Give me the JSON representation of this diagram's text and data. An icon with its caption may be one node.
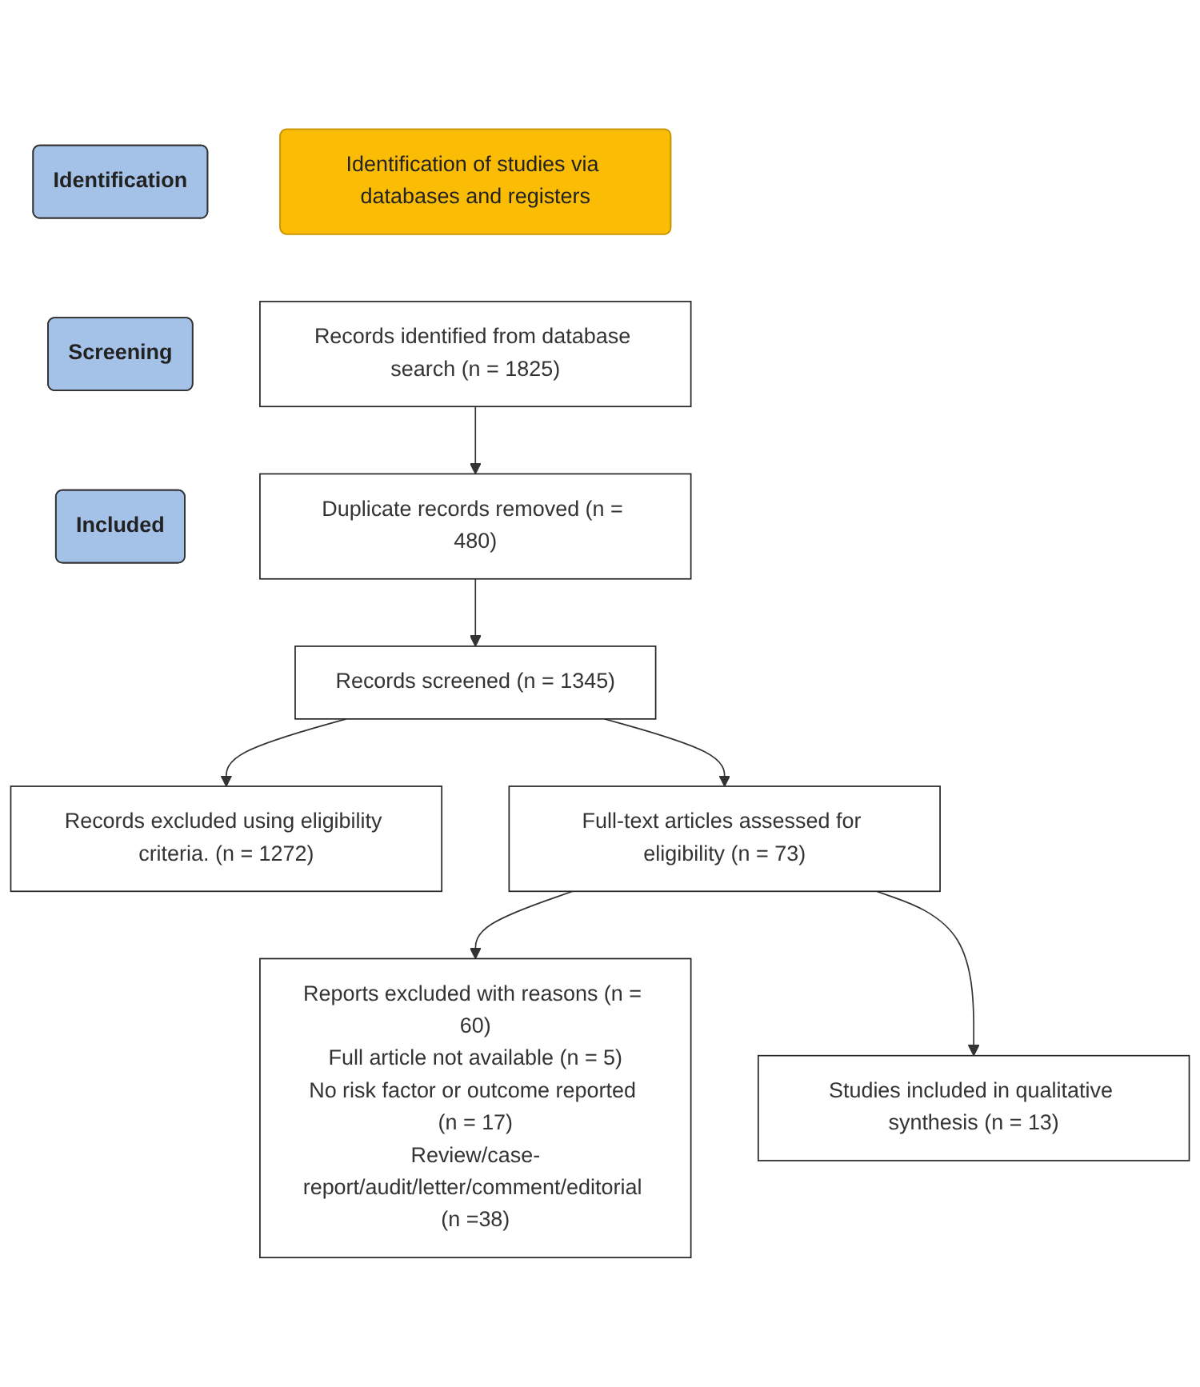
{
  "diagram": {
    "nodes": [
      {
        "text": [
          "Identification of studies via databases and registers"
        ]
      },
      {
        "text": [
          "Identification"
        ]
      },
      {
        "text": [
          "Screening"
        ]
      },
      {
        "text": [
          "Included"
        ]
      },
      {
        "text": [
          "Records identified from database search (n = 1825)"
        ]
      },
      {
        "text": [
          "Duplicate records removed (n = 480)"
        ]
      },
      {
        "text": [
          "Records screened (n = 1345)"
        ]
      },
      {
        "text": [
          "Records excluded using eligibility criteria. (n = 1272)"
        ]
      },
      {
        "text": [
          "Full-text articles assessed for eligibility (n = 73)"
        ]
      },
      {
        "text": [
          "Reports excluded with reasons (n = 60)",
          "Full article not available (n = 5)",
          "No risk factor or outcome reported (n = 17)",
          "Review/case-report/audit/letter/comment/editorial (n =38)"
        ]
      },
      {
        "text": [
          "Studies included in qualitative synthesis (n = 13)"
        ]
      }
    ],
    "edges": [
      {
        "from": 4,
        "to": 5,
        "arrow": "to"
      },
      {
        "from": 5,
        "to": 6,
        "arrow": "to"
      },
      {
        "from": 6,
        "to": 7,
        "arrow": "to"
      },
      {
        "from": 6,
        "to": 8,
        "arrow": "to"
      },
      {
        "from": 8,
        "to": 9,
        "arrow": "to"
      },
      {
        "from": 8,
        "to": 10,
        "arrow": "to"
      }
    ]
  }
}
